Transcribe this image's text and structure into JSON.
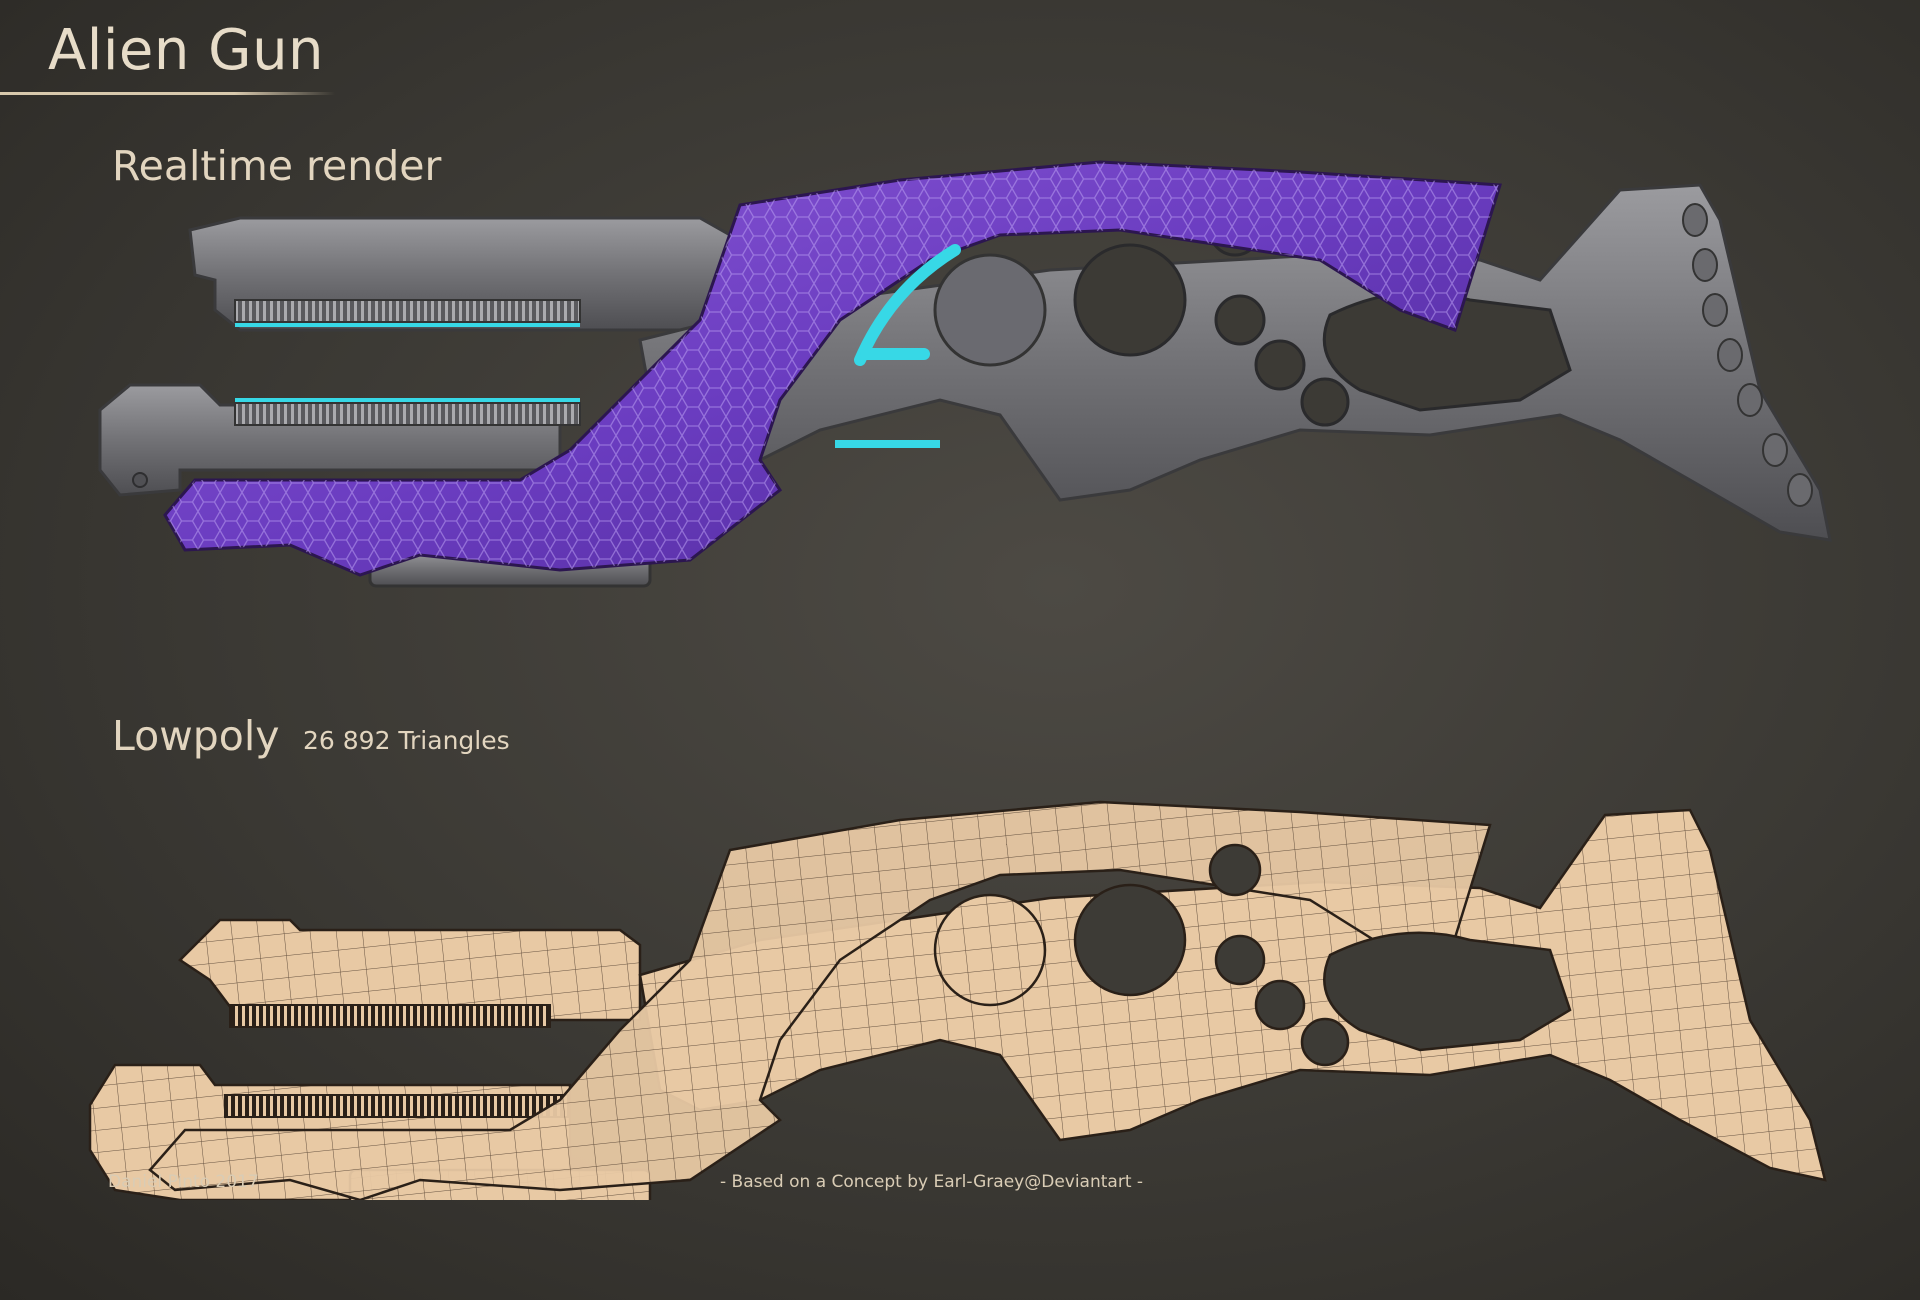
{
  "title": "Alien Gun",
  "sections": {
    "render": {
      "label": "Realtime render"
    },
    "lowpoly": {
      "label": "Lowpoly",
      "triangles": "26 892 Triangles"
    }
  },
  "credits": {
    "author": "Daniel Pinto 2017",
    "concept": "- Based on a Concept by Earl-Graey@Deviantart -"
  },
  "colors": {
    "background": "#3d3b36",
    "text": "#e6d9c3",
    "purple_plating": "#6a3cc0",
    "metal": "#7a7a7e",
    "glow_cyan": "#37d8e6",
    "wire_base": "#e8c9a4",
    "wire_lines": "#3a2a1e"
  }
}
